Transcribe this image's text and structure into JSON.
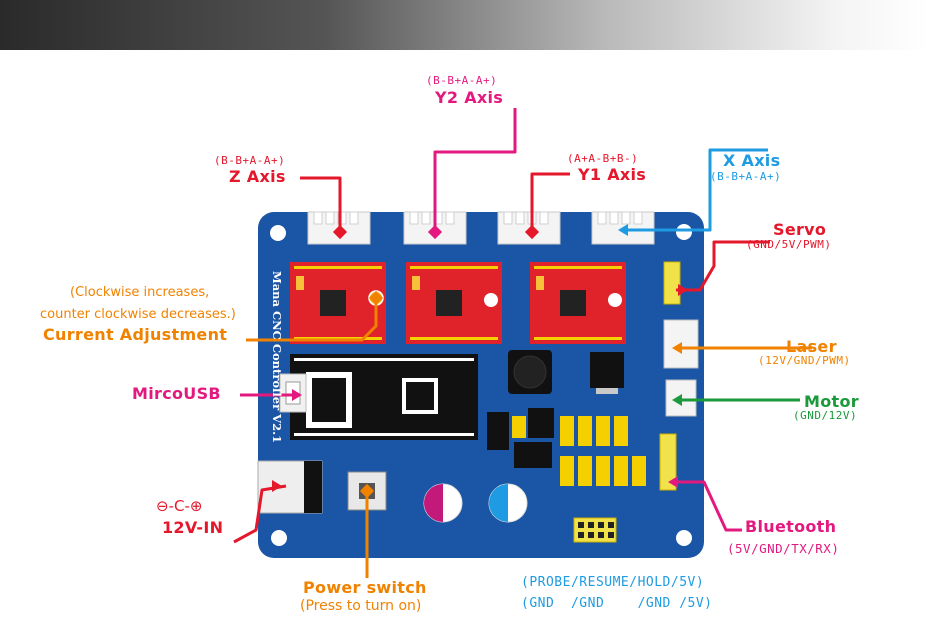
{
  "board": {
    "title": "Mana CNC Controller V2.1"
  },
  "labels": {
    "y2_pins": "(B-B+A-A+)",
    "y2_name": "Y2 Axis",
    "z_pins": "(B-B+A-A+)",
    "z_name": "Z Axis",
    "y1_pins": "(A+A-B+B-)",
    "y1_name": "Y1 Axis",
    "x_name": "X Axis",
    "x_pins": "(B-B+A-A+)",
    "servo_name": "Servo",
    "servo_pins": "(GND/5V/PWM)",
    "laser_name": "Laser",
    "laser_pins": "(12V/GND/PWM)",
    "motor_name": "Motor",
    "motor_pins": "(GND/12V)",
    "bt_name": "Bluetooth",
    "bt_pins": "(5V/GND/TX/RX)",
    "current_note1": "(Clockwise increases,",
    "current_note2": "counter clockwise decreases.)",
    "current_name": "Current Adjustment",
    "usb_name": "MircoUSB",
    "power_in_symbol": "⊖-C-⊕",
    "power_in_name": "12V-IN",
    "switch_name": "Power switch",
    "switch_note": "(Press to turn on)",
    "probe_line1": "(PROBE/RESUME/HOLD/5V)",
    "probe_line2": "(GND  /GND    /GND /5V)"
  },
  "colors": {
    "red": "#e4172b",
    "magenta": "#e4197f",
    "blue": "#1e9be2",
    "orange": "#f08200",
    "green": "#1a9a3a",
    "board": "#1a55a6",
    "driver": "#e0232a"
  },
  "icons": [
    "dc-jack-icon",
    "usb-port-icon",
    "stepper-driver-icon",
    "nano-board-icon",
    "push-switch-icon",
    "capacitor-icon",
    "header-pins-icon"
  ]
}
